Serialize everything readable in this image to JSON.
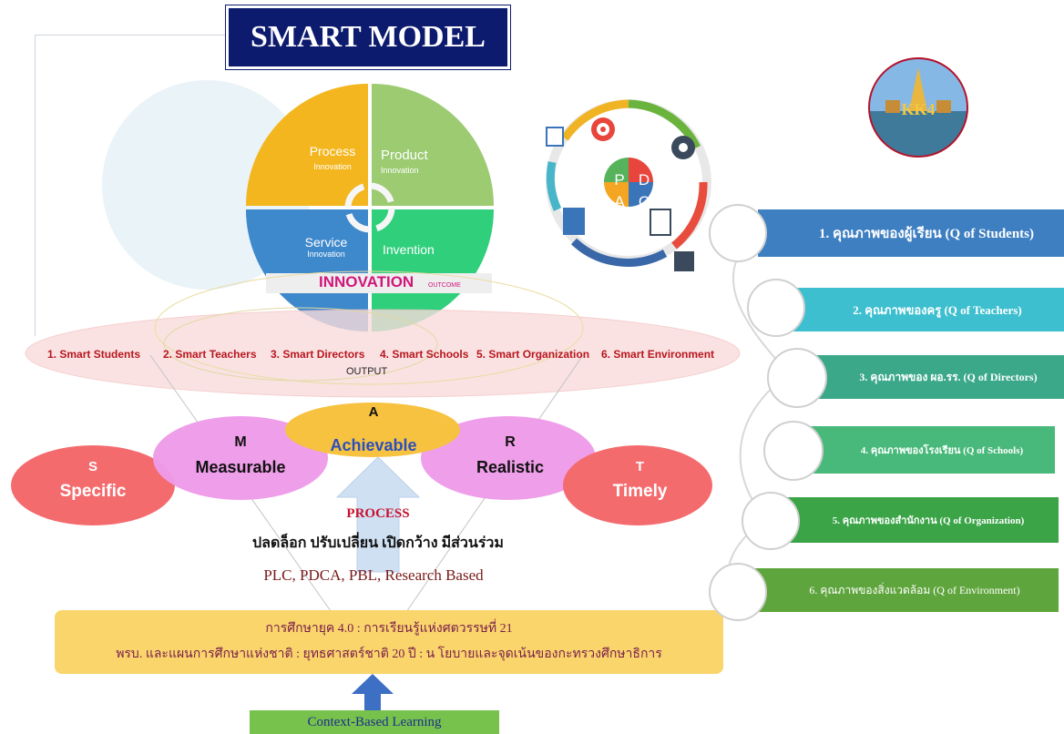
{
  "title": "SMART MODEL",
  "innovation": {
    "quadrants": [
      {
        "main": "Process",
        "sub": "Innovation"
      },
      {
        "main": "Product",
        "sub": "Innovation"
      },
      {
        "main": "Service",
        "sub": "Innovation"
      },
      {
        "main": "Invention",
        "sub": ""
      }
    ],
    "label": "INNOVATION",
    "outcome": "OUTCOME"
  },
  "smart_outputs": [
    "1. Smart  Students",
    "2. Smart Teachers",
    "3. Smart Directors",
    "4. Smart Schools",
    "5. Smart Organization",
    "6. Smart Environment"
  ],
  "output_label": "OUTPUT",
  "smart_letters": {
    "s": {
      "letter": "S",
      "word": "Specific"
    },
    "m": {
      "letter": "M",
      "word": "Measurable"
    },
    "a": {
      "letter": "A",
      "word": "Achievable"
    },
    "r": {
      "letter": "R",
      "word": "Realistic"
    },
    "t": {
      "letter": "T",
      "word": "Timely"
    }
  },
  "process": {
    "label": "PROCESS",
    "thai": "ปลดล็อก ปรับเปลี่ยน เปิดกว้าง มีส่วนร่วม",
    "methods": "PLC,  PDCA, PBL,  Research Based"
  },
  "foundation": {
    "line1": "การศึกษายุค 4.0 : การเรียนรู้แห่งศตวรรษที่ 21",
    "line2": "พรบ. และแผนการศึกษาแห่งชาติ  : ยุทธศาสตร์ชาติ 20 ปี : น โยบายและจุดเน้นของกะทรวงศึกษาธิการ"
  },
  "context": "Context-Based Learning",
  "pdca": [
    "P",
    "D",
    "A",
    "C"
  ],
  "logo_text": "KK4",
  "qualities": [
    {
      "text": "1. คุณภาพของผู้เรียน (Q of Students)",
      "color": "#3d7fc1"
    },
    {
      "text": "2. คุณภาพของครู (Q of Teachers)",
      "color": "#3dbfcf"
    },
    {
      "text": "3. คุณภาพของ ผอ.รร.  (Q of Directors)",
      "color": "#3aa889"
    },
    {
      "text": "4. คุณภาพของโรงเรียน  (Q of Schools)",
      "color": "#48b97a"
    },
    {
      "text": "5. คุณภาพของสำนักงาน (Q of Organization)",
      "color": "#3aa447"
    },
    {
      "text": "6. คุณภาพของสิ่งแวดล้อม (Q of Environment)",
      "color": "#5fa53d"
    }
  ]
}
